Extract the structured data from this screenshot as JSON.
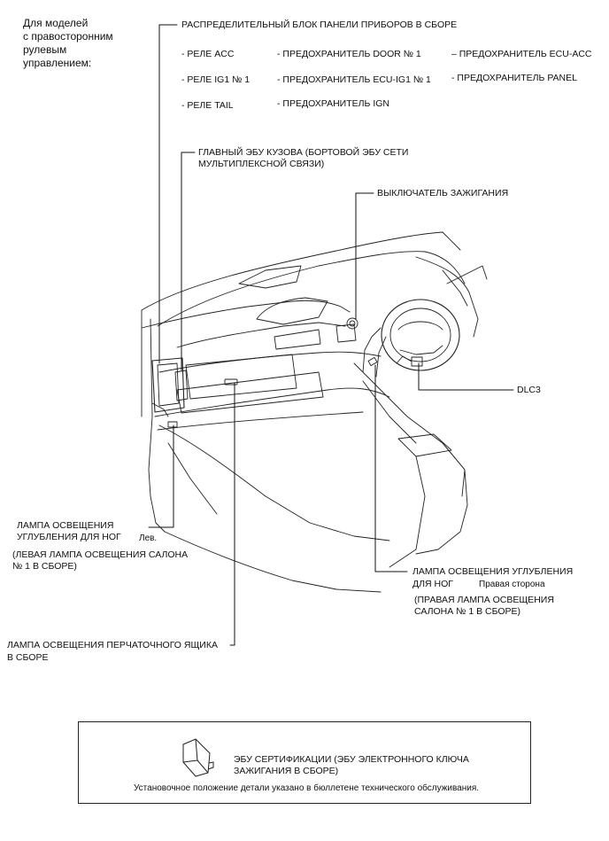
{
  "header": {
    "model_note": [
      "Для моделей",
      "с правосторонним",
      "рулевым",
      "управлением:"
    ]
  },
  "labels": {
    "junction_block": "РАСПРЕДЕЛИТЕЛЬНЫЙ БЛОК ПАНЕЛИ ПРИБОРОВ В СБОРЕ",
    "relay_acc": "- РЕЛЕ ACC",
    "relay_ig1": "- РЕЛЕ IG1 № 1",
    "relay_tail": "- РЕЛЕ TAIL",
    "fuse_door": "- ПРЕДОХРАНИТЕЛЬ DOOR № 1",
    "fuse_ecu_ig1": "- ПРЕДОХРАНИТЕЛЬ ECU-IG1 № 1",
    "fuse_ign": "- ПРЕДОХРАНИТЕЛЬ IGN",
    "fuse_ecu_acc": "– ПРЕДОХРАНИТЕЛЬ ECU-ACC",
    "fuse_panel": "- ПРЕДОХРАНИТЕЛЬ PANEL",
    "main_body_ecu": [
      "ГЛАВНЫЙ ЭБУ КУЗОВА (БОРТОВОЙ ЭБУ СЕТИ",
      "МУЛЬТИПЛЕКСНОЙ СВЯЗИ)"
    ],
    "ignition_switch": "ВЫКЛЮЧАТЕЛЬ ЗАЖИГАНИЯ",
    "dlc3": "DLC3",
    "footwell_left": [
      "ЛАМПА ОСВЕЩЕНИЯ",
      "УГЛУБЛЕНИЯ ДЛЯ НОГ"
    ],
    "footwell_left_side": "Лев.",
    "footwell_left_assy": [
      "(ЛЕВАЯ ЛАМПА ОСВЕЩЕНИЯ САЛОНА",
      "№ 1 В СБОРЕ)"
    ],
    "footwell_right": [
      "ЛАМПА ОСВЕЩЕНИЯ УГЛУБЛЕНИЯ",
      "ДЛЯ НОГ"
    ],
    "footwell_right_side": "Правая сторона",
    "footwell_right_assy": [
      "(ПРАВАЯ ЛАМПА ОСВЕЩЕНИЯ",
      "САЛОНА № 1 В СБОРЕ)"
    ],
    "glovebox_lamp": [
      "ЛАМПА ОСВЕЩЕНИЯ ПЕРЧАТОЧНОГО ЯЩИКА",
      "В СБОРЕ"
    ]
  },
  "note": {
    "title": [
      "ЭБУ СЕРТИФИКАЦИИ (ЭБУ ЭЛЕКТРОННОГО КЛЮЧА",
      "ЗАЖИГАНИЯ В СБОРЕ)"
    ],
    "text": "Установочное положение детали указано в бюллетене технического обслуживания."
  }
}
